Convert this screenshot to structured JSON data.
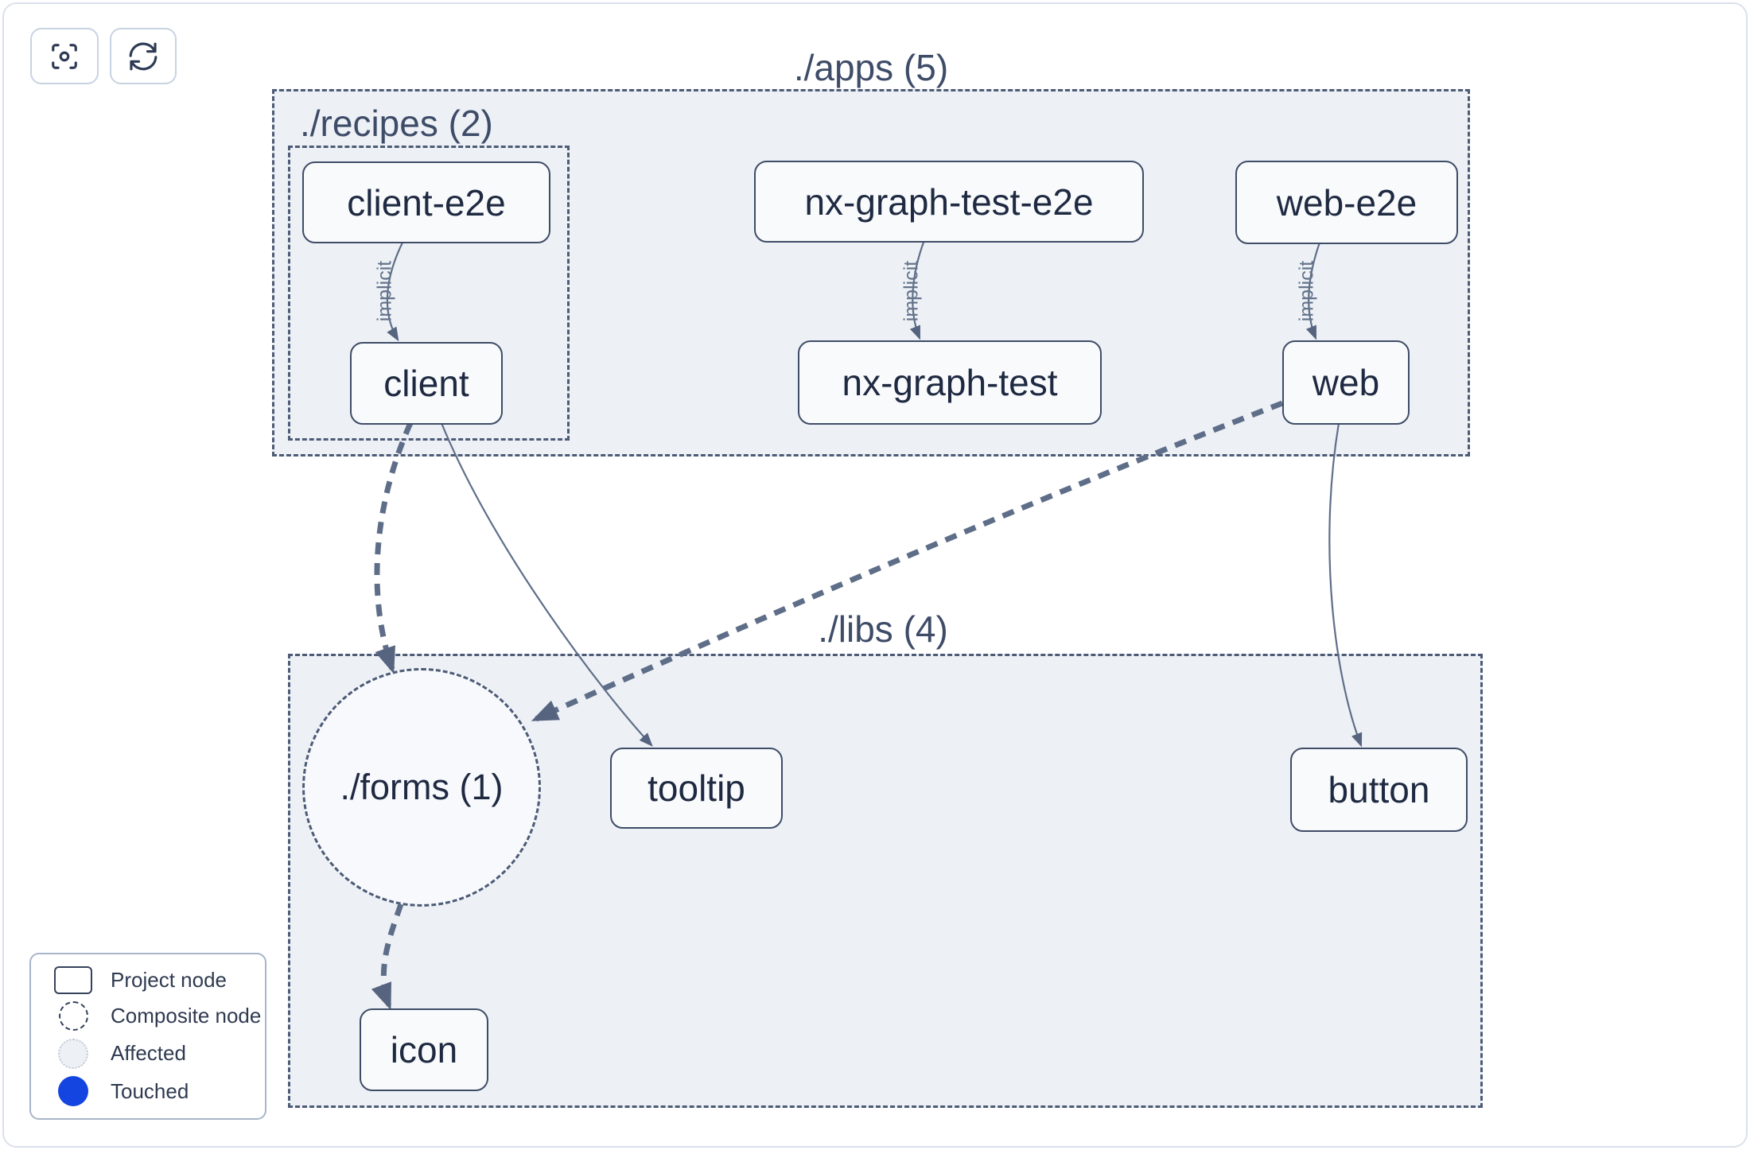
{
  "toolbar": {
    "buttons": [
      {
        "name": "focus",
        "icon": "focus-icon"
      },
      {
        "name": "refresh",
        "icon": "refresh-icon"
      }
    ]
  },
  "colors": {
    "container_fill": "#edf1f6",
    "node_fill": "#f8fafc",
    "node_border": "#3f4c66",
    "dashed_border": "#4d5b76",
    "edge": "#5f6e88",
    "node_text": "#1f2a42",
    "container_label_text": "#3e4c68",
    "touched_blue": "#1445e1",
    "card_border": "#dbe1ea"
  },
  "graph": {
    "containers": [
      {
        "id": "apps",
        "label": "./apps (5)"
      },
      {
        "id": "recipes",
        "label": "./recipes (2)",
        "parent": "apps"
      },
      {
        "id": "libs",
        "label": "./libs (4)"
      }
    ],
    "composite_nodes": [
      {
        "id": "forms",
        "label": "./forms (1)",
        "container": "libs"
      }
    ],
    "nodes": [
      {
        "id": "client-e2e",
        "label": "client-e2e",
        "container": "recipes"
      },
      {
        "id": "client",
        "label": "client",
        "container": "recipes"
      },
      {
        "id": "nx-graph-test-e2e",
        "label": "nx-graph-test-e2e",
        "container": "apps"
      },
      {
        "id": "nx-graph-test",
        "label": "nx-graph-test",
        "container": "apps"
      },
      {
        "id": "web-e2e",
        "label": "web-e2e",
        "container": "apps"
      },
      {
        "id": "web",
        "label": "web",
        "container": "apps"
      },
      {
        "id": "tooltip",
        "label": "tooltip",
        "container": "libs"
      },
      {
        "id": "button",
        "label": "button",
        "container": "libs"
      },
      {
        "id": "icon",
        "label": "icon",
        "container": "libs"
      }
    ],
    "edges": [
      {
        "from": "client-e2e",
        "to": "client",
        "label": "implicit",
        "style": "thin-solid"
      },
      {
        "from": "nx-graph-test-e2e",
        "to": "nx-graph-test",
        "label": "implicit",
        "style": "thin-solid"
      },
      {
        "from": "web-e2e",
        "to": "web",
        "label": "implicit",
        "style": "thin-solid"
      },
      {
        "from": "client",
        "to": "./forms (1)",
        "label": "",
        "style": "thick-dashed"
      },
      {
        "from": "web",
        "to": "./forms (1)",
        "label": "",
        "style": "thick-dashed"
      },
      {
        "from": "./forms (1)",
        "to": "icon",
        "label": "",
        "style": "thick-dashed"
      },
      {
        "from": "client",
        "to": "tooltip",
        "label": "",
        "style": "thin-solid"
      },
      {
        "from": "web",
        "to": "button",
        "label": "",
        "style": "thin-solid"
      }
    ]
  },
  "legend": {
    "items": [
      {
        "label": "Project node",
        "icon": "project-node-icon"
      },
      {
        "label": "Composite node",
        "icon": "composite-node-icon"
      },
      {
        "label": "Affected",
        "icon": "affected-icon"
      },
      {
        "label": "Touched",
        "icon": "touched-icon"
      }
    ]
  }
}
